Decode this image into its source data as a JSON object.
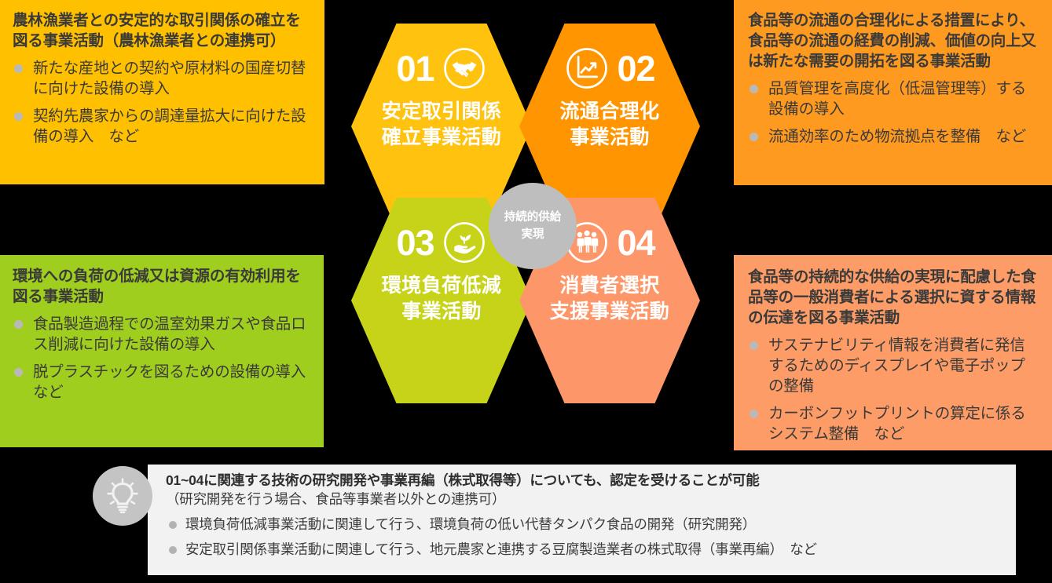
{
  "panels": [
    {
      "id": "01",
      "color": "#FFC000",
      "title": "農林漁業者との安定的な取引関係の確立を図る事業活動（農林漁業者との連携可）",
      "items": [
        "新たな産地との契約や原材料の国産切替に向けた設備の導入",
        "契約先農家からの調達量拡大に向けた設備の導入　など"
      ]
    },
    {
      "id": "02",
      "color": "#FF9A21",
      "title": "食品等の流通の合理化による措置により、食品等の流通の経費の削減、価値の向上又は新たな需要の開拓を図る事業活動",
      "items": [
        "品質管理を高度化（低温管理等）する設備の導入",
        "流通効率のため物流拠点を整備　など"
      ]
    },
    {
      "id": "03",
      "color": "#A0CE1E",
      "title": "環境への負荷の低減又は資源の有効利用を図る事業活動",
      "items": [
        "食品製造過程での温室効果ガスや食品ロス削減に向けた設備の導入",
        "脱プラスチックを図るための設備の導入　など"
      ]
    },
    {
      "id": "04",
      "color": "#FD9C66",
      "title": "食品等の持続的な供給の実現に配慮した食品等の一般消費者による選択に資する情報の伝達を図る事業活動",
      "items": [
        "サステナビリティ情報を消費者に発信するためのディスプレイや電子ポップの整備",
        "カーボンフットプリントの算定に係るシステム整備　など"
      ]
    }
  ],
  "hexagons": [
    {
      "number": "01",
      "label_line1": "安定取引関係",
      "label_line2": "確立事業活動",
      "icon": "handshake-icon",
      "color": "#FFC20E"
    },
    {
      "number": "02",
      "label_line1": "流通合理化",
      "label_line2": "事業活動",
      "icon": "growth-chart-icon",
      "color": "#FF9500"
    },
    {
      "number": "03",
      "label_line1": "環境負荷低減",
      "label_line2": "事業活動",
      "icon": "hand-sprout-icon",
      "color": "#C7D318"
    },
    {
      "number": "04",
      "label_line1": "消費者選択",
      "label_line2": "支援事業活動",
      "icon": "three-people-icon",
      "color": "#FD9668"
    }
  ],
  "center": {
    "line1": "持続的供給",
    "line2": "実現",
    "color": "#BEBEBE"
  },
  "bottom_note": {
    "icon": "lightbulb-icon",
    "title": "01~04に関連する技術の研究開発や事業再編（株式取得等）についても、認定を受けることが可能",
    "subtitle": "（研究開発を行う場合、食品等事業者以外との連携可）",
    "items": [
      "環境負荷低減事業活動に関連して行う、環境負荷の低い代替タンパク食品の開発（研究開発）",
      "安定取引関係事業活動に関連して行う、地元農家と連携する豆腐製造業者の株式取得（事業再編）　など"
    ]
  }
}
